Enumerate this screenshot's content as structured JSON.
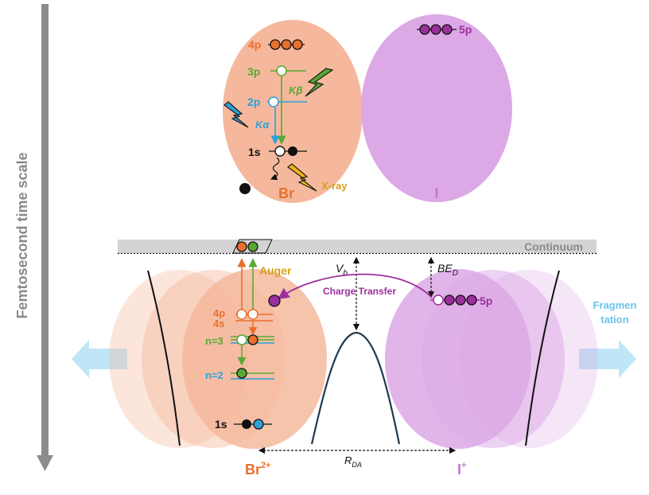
{
  "axis": {
    "label": "Femtosecond time scale"
  },
  "top": {
    "br_label": "Br",
    "i_label": "I",
    "levels": {
      "p4": "4p",
      "p3": "3p",
      "p2": "2p",
      "s1": "1s"
    },
    "i_level": "5p",
    "kbeta": "Kβ",
    "kalpha": "Kα",
    "xray": "X-ray"
  },
  "bottom": {
    "continuum": "Continuum",
    "auger": "Auger",
    "vb_main": "V",
    "vb_sub": "b",
    "bed_main": "BE",
    "bed_sub": "D",
    "charge_transfer": "Charge Transfer",
    "i_level": "5p",
    "levels": {
      "p4": "4p",
      "s4": "4s",
      "n3": "n=3",
      "n2": "n=2",
      "s1": "1s"
    },
    "fragmentation_1": "Fragmen",
    "fragmentation_2": "tation",
    "rda_main": "R",
    "rda_sub": "DA",
    "br_label": "Br",
    "br_charge": "2+",
    "i_label": "I",
    "i_charge": "+"
  },
  "colors": {
    "br_fill": "#f5b89c",
    "i_fill": "#dca8e6",
    "orange": "#e8702d",
    "green": "#58a832",
    "blue": "#2fa0d8",
    "purple": "#9c2f9c",
    "gold": "#d4a017",
    "grey": "#8a8a8a",
    "arrow_light": "#bfe6f7"
  }
}
